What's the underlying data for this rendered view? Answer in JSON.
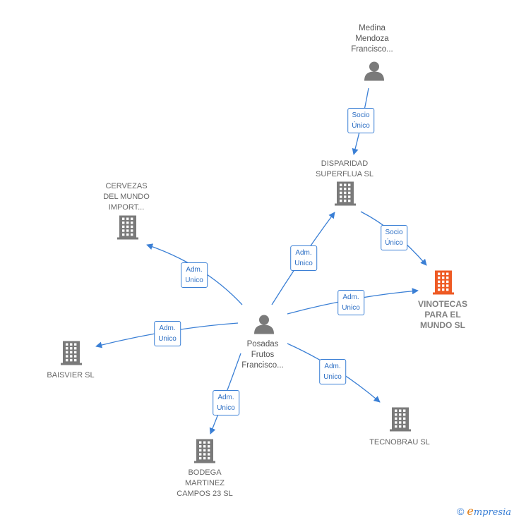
{
  "colors": {
    "edge": "#3a7fd5",
    "icon_default": "#7a7a7a",
    "icon_highlight": "#ee5a24"
  },
  "nodes": [
    {
      "id": "medina",
      "kind": "person",
      "label": "Medina\nMendoza\nFrancisco..."
    },
    {
      "id": "disparidad",
      "kind": "company",
      "label": "DISPARIDAD\nSUPERFLUA SL"
    },
    {
      "id": "cervezas",
      "kind": "company",
      "label": "CERVEZAS\nDEL MUNDO\nIMPORT..."
    },
    {
      "id": "vinotecas",
      "kind": "company-main",
      "label": "VINOTECAS\nPARA EL\nMUNDO  SL"
    },
    {
      "id": "posadas",
      "kind": "person",
      "label": "Posadas\nFrutos\nFrancisco..."
    },
    {
      "id": "baisvier",
      "kind": "company",
      "label": "BAISVIER SL"
    },
    {
      "id": "bodega",
      "kind": "company",
      "label": "BODEGA\nMARTINEZ\nCAMPOS 23  SL"
    },
    {
      "id": "tecnobrau",
      "kind": "company",
      "label": "TECNOBRAU SL"
    }
  ],
  "edges": [
    {
      "from": "medina",
      "to": "disparidad",
      "label": "Socio\nÚnico"
    },
    {
      "from": "disparidad",
      "to": "vinotecas",
      "label": "Socio\nÚnico"
    },
    {
      "from": "posadas",
      "to": "disparidad",
      "label": "Adm.\nUnico"
    },
    {
      "from": "posadas",
      "to": "cervezas",
      "label": "Adm.\nUnico"
    },
    {
      "from": "posadas",
      "to": "vinotecas",
      "label": "Adm.\nUnico"
    },
    {
      "from": "posadas",
      "to": "baisvier",
      "label": "Adm.\nUnico"
    },
    {
      "from": "posadas",
      "to": "bodega",
      "label": "Adm.\nUnico"
    },
    {
      "from": "posadas",
      "to": "tecnobrau",
      "label": "Adm.\nUnico"
    }
  ],
  "footer": {
    "copyright_symbol": "©",
    "brand_initial": "e",
    "brand_rest": "mpresia"
  }
}
